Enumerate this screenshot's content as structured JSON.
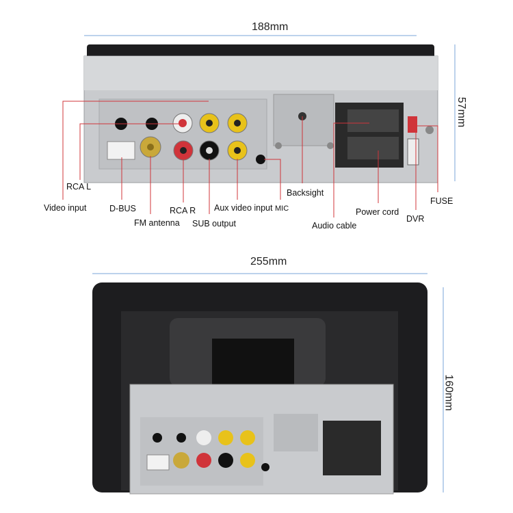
{
  "top_view": {
    "width_label": "188mm",
    "height_label": "57mm",
    "callouts": {
      "rca_l": "RCA L",
      "video_input": "Video input",
      "d_bus": "D-BUS",
      "rca_r": "RCA R",
      "fm_antenna": "FM antenna",
      "sub_output": "SUB output",
      "aux_video_input": "Aux video input",
      "mic": "MIC",
      "backsight": "Backsight",
      "audio_cable": "Audio cable",
      "power_cord": "Power cord",
      "dvr": "DVR",
      "fuse": "FUSE"
    }
  },
  "bottom_view": {
    "width_label": "255mm",
    "height_label": "160mm"
  },
  "colors": {
    "dimension_line": "#7aa6d8",
    "callout_line": "#d0343a",
    "panel": "#c9cbce",
    "frame": "#1d1d1f"
  }
}
